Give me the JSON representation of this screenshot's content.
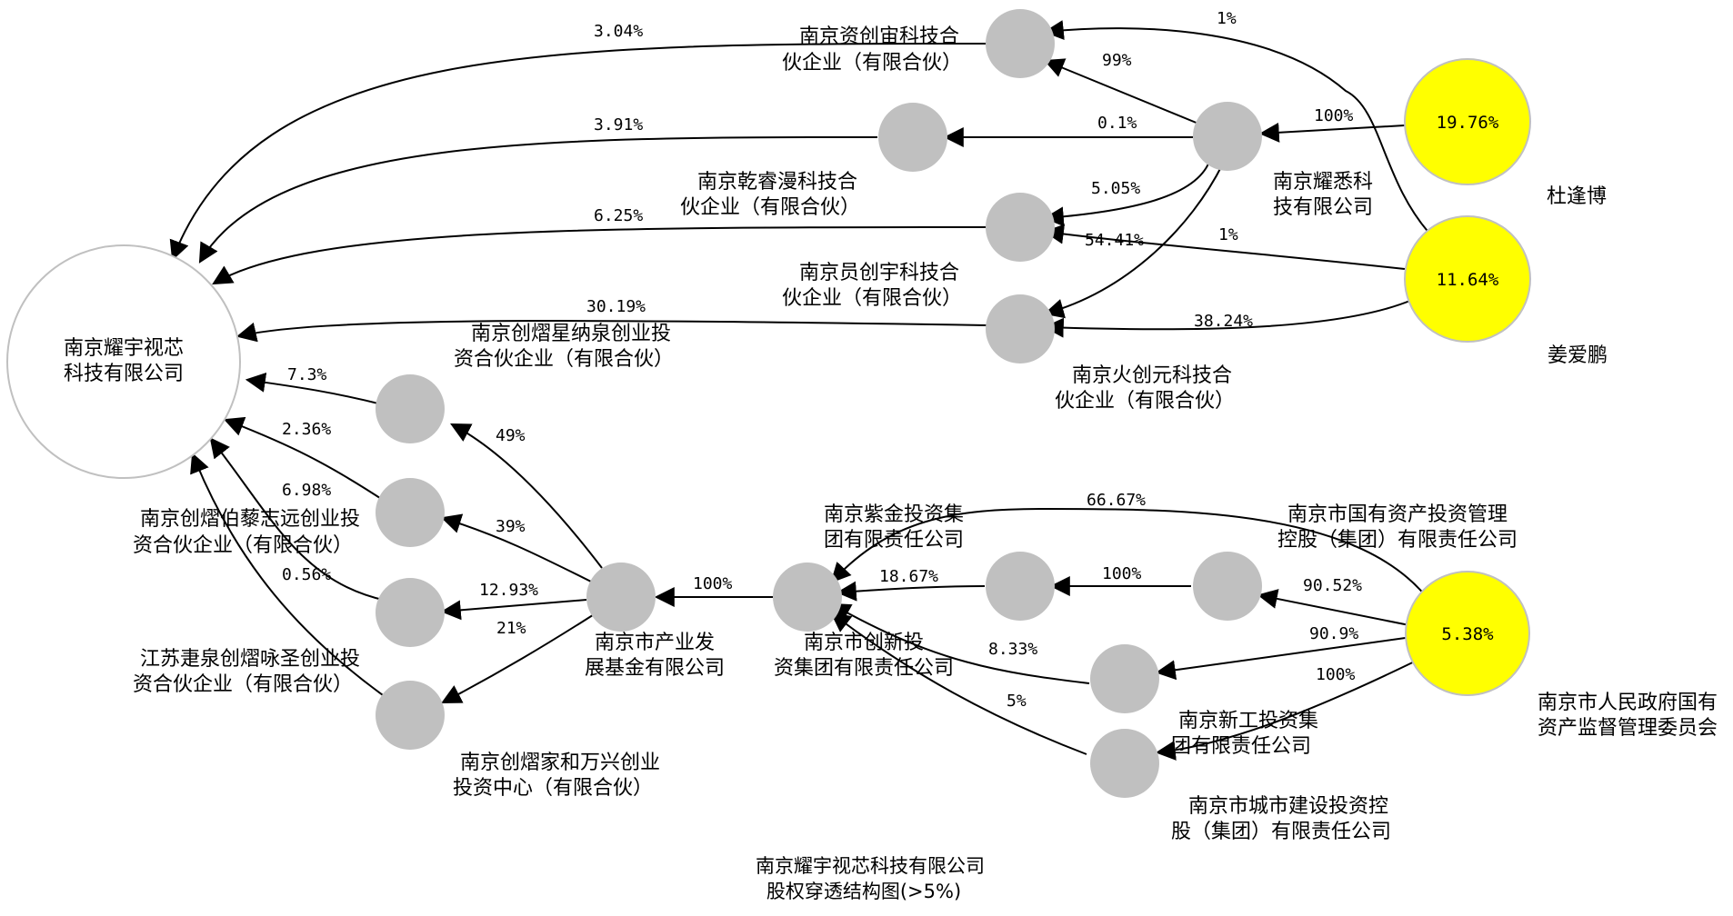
{
  "title_line1": "南京耀宇视芯科技有限公司",
  "title_line2": "股权穿透结构图(>5%)",
  "colors": {
    "person": "#ffff00",
    "entity": "#c0c0c0",
    "target": "#ffffff",
    "edge": "#000000"
  },
  "nodes": {
    "target": {
      "lines": [
        "南京耀宇视芯",
        "科技有限公司"
      ]
    },
    "zichuang": {
      "lines": [
        "南京资创宙科技合",
        "伙企业（有限合伙）"
      ]
    },
    "qianrui": {
      "lines": [
        "南京乾睿漫科技合",
        "伙企业（有限合伙）"
      ]
    },
    "yuanchuang": {
      "lines": [
        "南京员创宇科技合",
        "伙企业（有限合伙）"
      ]
    },
    "huochuang": {
      "lines": [
        "南京火创元科技合",
        "伙企业（有限合伙）"
      ]
    },
    "yaoxi": {
      "lines": [
        "南京耀悉科",
        "技有限公司"
      ]
    },
    "du": {
      "percent": "19.76%",
      "name": "杜逢博"
    },
    "jiang": {
      "percent": "11.64%",
      "name": "姜爱鹏"
    },
    "xingna": {
      "lines": [
        "南京创熠星纳泉创业投",
        "资合伙企业（有限合伙）"
      ]
    },
    "boli": {
      "lines": [
        "南京创熠伯藜志远创业投",
        "资合伙企业（有限合伙）"
      ]
    },
    "jiangsu": {
      "lines": [
        "江苏疌泉创熠咏圣创业投",
        "资合伙企业（有限合伙）"
      ]
    },
    "jiahe": {
      "lines": [
        "南京创熠家和万兴创业",
        "投资中心（有限合伙）"
      ]
    },
    "chanye": {
      "lines": [
        "南京市产业发",
        "展基金有限公司"
      ]
    },
    "chuangxin": {
      "lines": [
        "南京市创新投",
        "资集团有限责任公司"
      ]
    },
    "zijin": {
      "lines": [
        "南京紫金投资集",
        "团有限责任公司"
      ]
    },
    "guoyou": {
      "lines": [
        "南京市国有资产投资管理",
        "控股（集团）有限责任公司"
      ]
    },
    "xingong": {
      "lines": [
        "南京新工投资集",
        "团有限责任公司"
      ]
    },
    "chengshi": {
      "lines": [
        "南京市城市建设投资控",
        "股（集团）有限责任公司"
      ]
    },
    "guoziwei": {
      "percent": "5.38%",
      "lines": [
        "南京市人民政府国有",
        "资产监督管理委员会"
      ]
    }
  },
  "edges": {
    "zichuang_target": "3.04%",
    "qianrui_target": "3.91%",
    "yuanchuang_target": "6.25%",
    "huochuang_target": "30.19%",
    "xingna_target": "7.3%",
    "boli_target": "2.36%",
    "jiangsu_target": "6.98%",
    "jiahe_target": "0.56%",
    "yaoxi_zichuang": "99%",
    "jiang_zichuang": "1%",
    "yaoxi_qianrui": "0.1%",
    "yaoxi_yuanchuang": "5.05%",
    "jiang_yuanchuang": "1%",
    "yaoxi_huochuang": "54.41%",
    "jiang_huochuang": "38.24%",
    "du_yaoxi": "100%",
    "chanye_xingna": "49%",
    "chanye_boli": "39%",
    "chanye_jiangsu": "12.93%",
    "chanye_jiahe": "21%",
    "chuangxin_chanye": "100%",
    "guoziwei_zijin": "66.67%",
    "guoyou_chuangxin": "18.67%",
    "xingong_chuangxin": "8.33%",
    "chengshi_chuangxin": "5%",
    "guoziwei_guoyou": "90.52%",
    "guoziwei_xingong": "90.9%",
    "guoziwei_chengshi": "100%",
    "guoyou_mid": "100%"
  }
}
